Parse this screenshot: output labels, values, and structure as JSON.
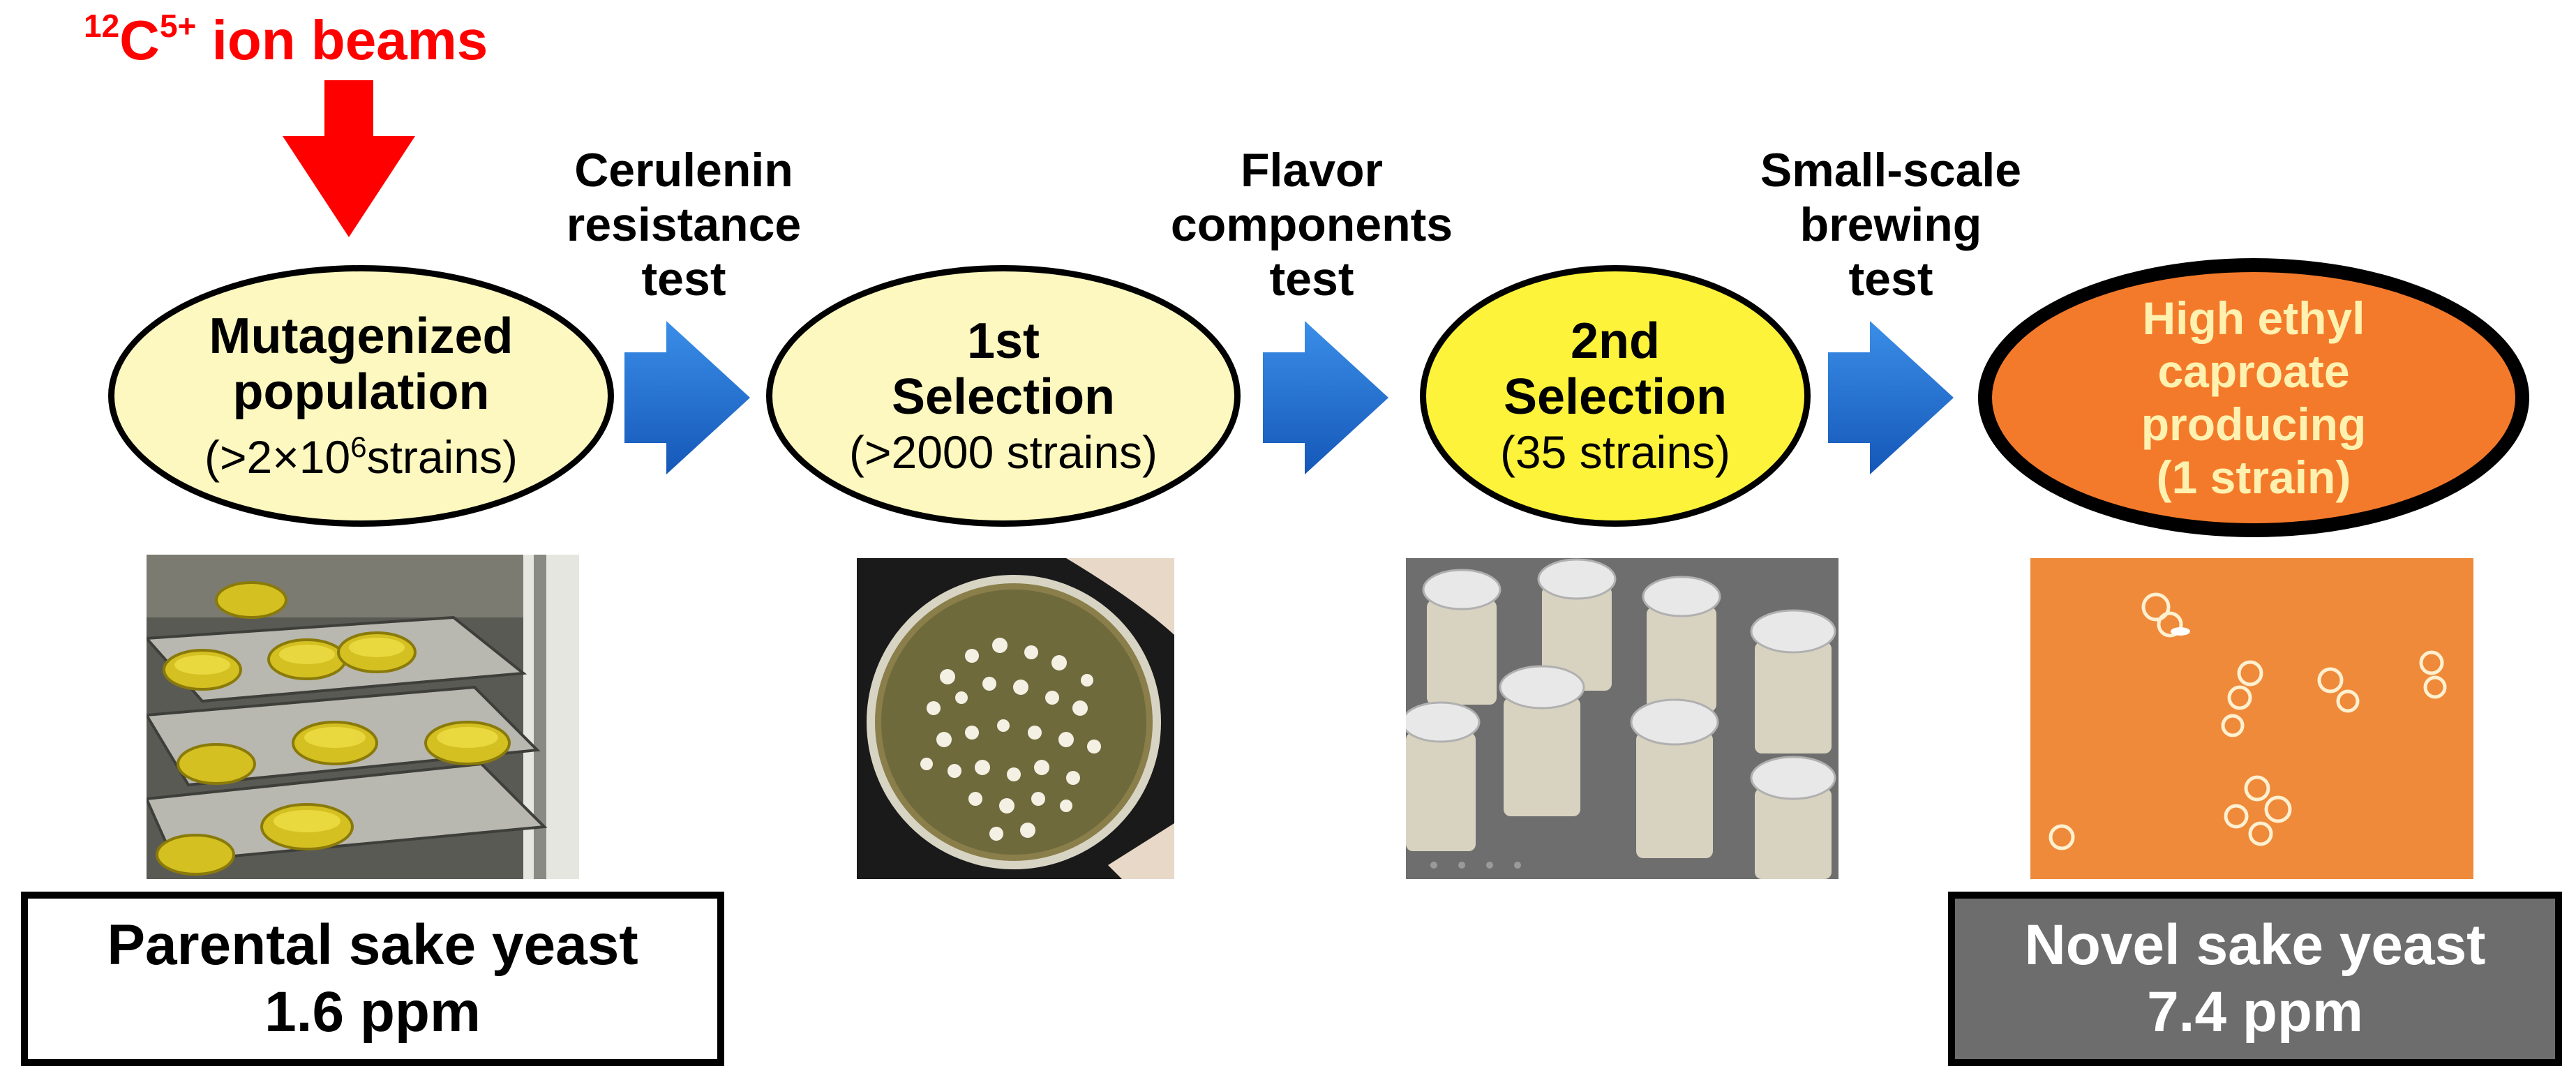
{
  "beam": {
    "isotope_mass": "12",
    "element": "C",
    "charge": "5+",
    "text": " ion beams"
  },
  "tests": [
    {
      "lines": [
        "Cerulenin",
        "resistance",
        "test"
      ]
    },
    {
      "lines": [
        "Flavor",
        "components",
        "test"
      ]
    },
    {
      "lines": [
        "Small-scale",
        "brewing",
        "test"
      ]
    }
  ],
  "stages": [
    {
      "title_lines": [
        "Mutagenized",
        "population"
      ],
      "count_prefix": "(>2×10",
      "count_exp": "6",
      "count_suffix": "strains)"
    },
    {
      "title_lines": [
        "1st",
        "Selection"
      ],
      "count": "(>2000 strains)"
    },
    {
      "title_lines": [
        "2nd",
        "Selection"
      ],
      "count": "(35 strains)"
    },
    {
      "title_lines": [
        "High ethyl",
        "caproate",
        "producing",
        "(1 strain)"
      ]
    }
  ],
  "results": {
    "parental": {
      "label": "Parental sake yeast",
      "value": "1.6 ppm"
    },
    "novel": {
      "label": "Novel sake yeast",
      "value": "7.4 ppm"
    }
  },
  "photos": [
    {
      "icon": "yeast-plates-rack-photo"
    },
    {
      "icon": "petri-dish-colonies-photo"
    },
    {
      "icon": "fermentation-bottles-photo"
    },
    {
      "icon": "yeast-microscopy-photo"
    }
  ],
  "colors": {
    "beam_arrow": "#ff0000",
    "flow_arrow": "#1f6fcf",
    "stage_pale": "#fdf8bf",
    "stage_yellow": "#fdf33a",
    "stage_orange": "#f47a2b",
    "novel_box": "#6d6d6d"
  }
}
